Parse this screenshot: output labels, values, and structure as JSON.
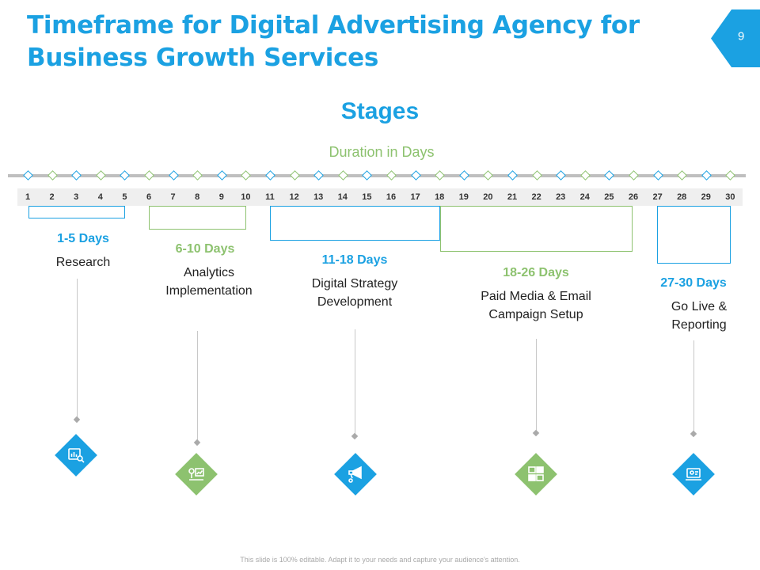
{
  "title": "Timeframe for Digital Advertising Agency for Business Growth Services",
  "page_number": "9",
  "heading": "Stages",
  "subheading": "Duration in Days",
  "days": [
    "1",
    "2",
    "3",
    "4",
    "5",
    "6",
    "7",
    "8",
    "9",
    "10",
    "11",
    "12",
    "13",
    "14",
    "15",
    "16",
    "17",
    "18",
    "19",
    "20",
    "21",
    "22",
    "23",
    "24",
    "25",
    "26",
    "27",
    "28",
    "29",
    "30"
  ],
  "stages": [
    {
      "days_label": "1-5 Days",
      "description": "Research",
      "icon": "analytics-search-icon",
      "color": "#1ba1e2"
    },
    {
      "days_label": "6-10 Days",
      "description": "Analytics Implementation",
      "icon": "presentation-chart-icon",
      "color": "#8dc26f"
    },
    {
      "days_label": "11-18 Days",
      "description": "Digital Strategy Development",
      "icon": "strategy-megaphone-icon",
      "color": "#1ba1e2"
    },
    {
      "days_label": "18-26 Days",
      "description": "Paid Media & Email Campaign Setup",
      "icon": "media-campaign-icon",
      "color": "#8dc26f"
    },
    {
      "days_label": "27-30 Days",
      "description": "Go Live & Reporting",
      "icon": "laptop-report-icon",
      "color": "#1ba1e2"
    }
  ],
  "footer": "This slide is 100% editable. Adapt it to your needs and capture your audience's attention.",
  "colors": {
    "accent_blue": "#1ba1e2",
    "accent_green": "#8dc26f",
    "track_gray": "#bfbfbf"
  }
}
